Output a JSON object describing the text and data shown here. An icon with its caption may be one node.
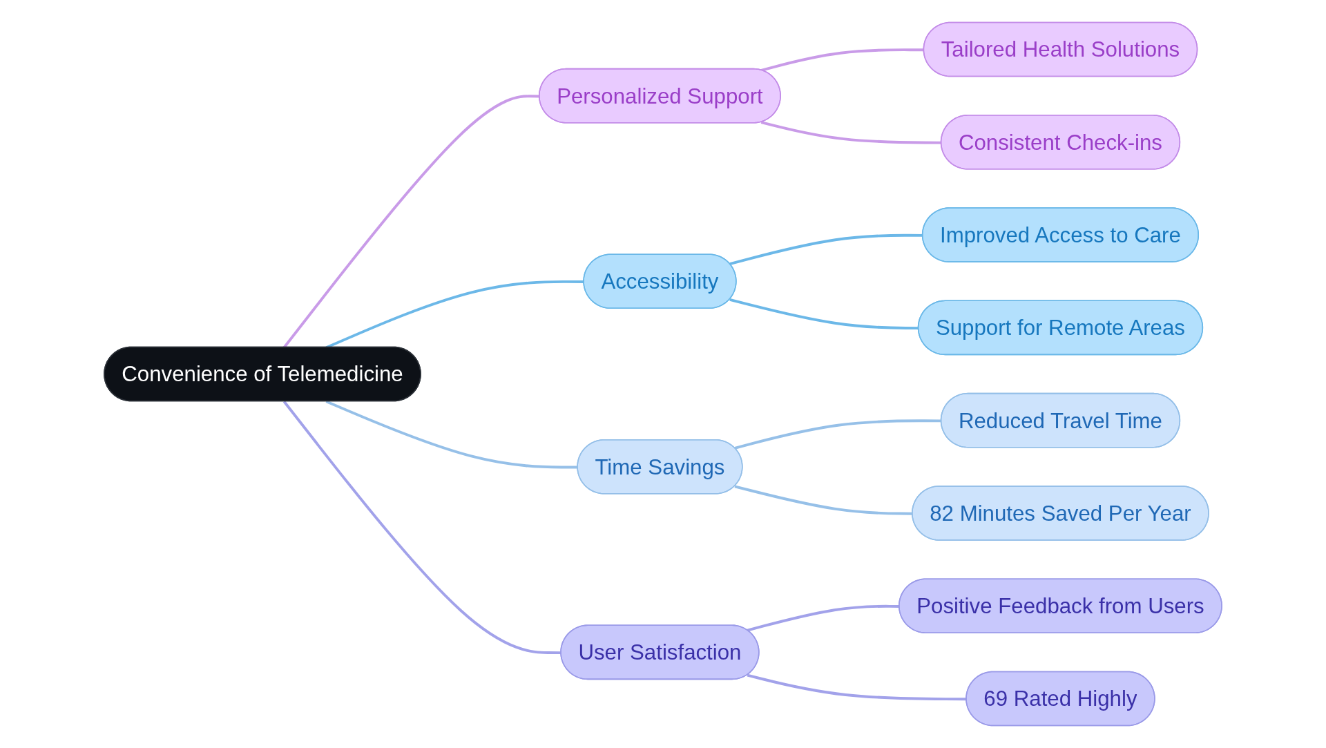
{
  "diagram": {
    "nodes": [
      {
        "text": [
          "Convenience of Telemedicine"
        ]
      },
      {
        "text": [
          "Personalized Support"
        ]
      },
      {
        "text": [
          "Tailored Health Solutions"
        ]
      },
      {
        "text": [
          "Consistent Check-ins"
        ]
      },
      {
        "text": [
          "Accessibility"
        ]
      },
      {
        "text": [
          "Improved Access to Care"
        ]
      },
      {
        "text": [
          "Support for Remote Areas"
        ]
      },
      {
        "text": [
          "Time Savings"
        ]
      },
      {
        "text": [
          "Reduced Travel Time"
        ]
      },
      {
        "text": [
          "82 Minutes Saved Per Year"
        ]
      },
      {
        "text": [
          "User Satisfaction"
        ]
      },
      {
        "text": [
          "Positive Feedback from Users"
        ]
      },
      {
        "text": [
          "69 Rated Highly"
        ]
      }
    ],
    "edges": [
      {
        "from": 0,
        "to": 1,
        "arrow": "none",
        "color": "#c99be8"
      },
      {
        "from": 1,
        "to": 2,
        "arrow": "none",
        "color": "#c99be8"
      },
      {
        "from": 1,
        "to": 3,
        "arrow": "none",
        "color": "#c99be8"
      },
      {
        "from": 0,
        "to": 4,
        "arrow": "none",
        "color": "#6cb8e8"
      },
      {
        "from": 4,
        "to": 5,
        "arrow": "none",
        "color": "#6cb8e8"
      },
      {
        "from": 4,
        "to": 6,
        "arrow": "none",
        "color": "#6cb8e8"
      },
      {
        "from": 0,
        "to": 7,
        "arrow": "none",
        "color": "#96c0e8"
      },
      {
        "from": 7,
        "to": 8,
        "arrow": "none",
        "color": "#96c0e8"
      },
      {
        "from": 7,
        "to": 9,
        "arrow": "none",
        "color": "#96c0e8"
      },
      {
        "from": 0,
        "to": 10,
        "arrow": "none",
        "color": "#a2a2ea"
      },
      {
        "from": 10,
        "to": 11,
        "arrow": "none",
        "color": "#a2a2ea"
      },
      {
        "from": 10,
        "to": 12,
        "arrow": "none",
        "color": "#a2a2ea"
      }
    ]
  }
}
